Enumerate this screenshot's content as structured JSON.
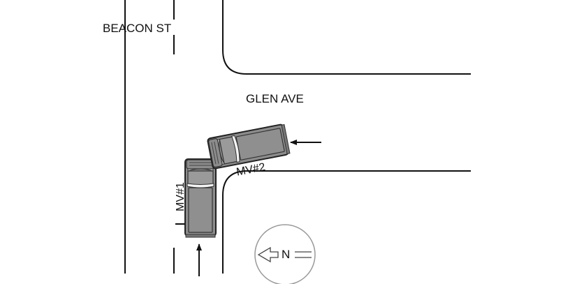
{
  "streets": {
    "beacon": "BEACON ST",
    "glen": "GLEN AVE"
  },
  "vehicles": {
    "mv1": "MV#1",
    "mv2": "MV#2"
  },
  "compass": {
    "label": "N",
    "direction": "left"
  },
  "colors": {
    "line": "#111111",
    "vehicle_body": "#8c8c8c",
    "vehicle_roof": "#9a9a9a",
    "vehicle_window": "#d9d9d9",
    "vehicle_windshield": "#f4f4f4"
  }
}
